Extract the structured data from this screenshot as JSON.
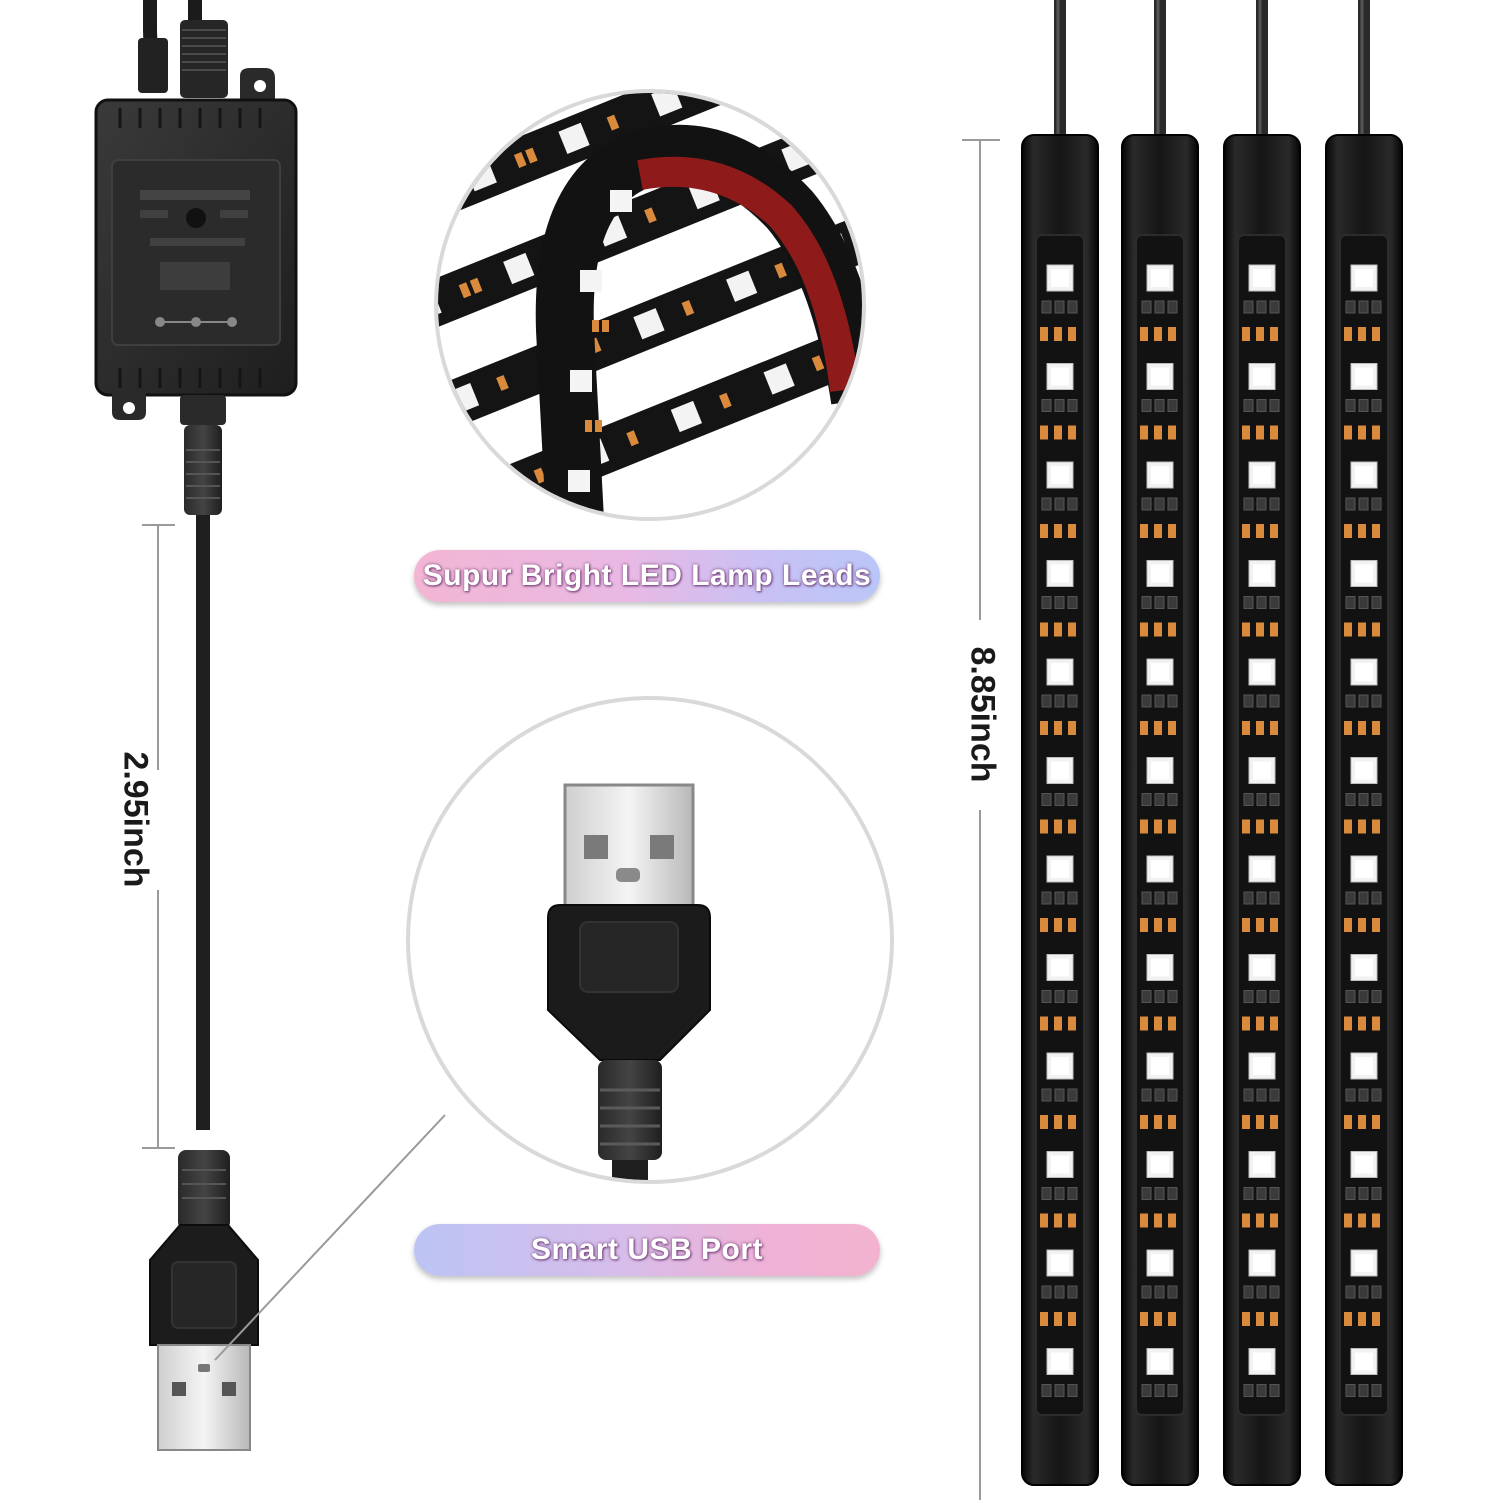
{
  "labels": {
    "led_caption": "Supur Bright LED Lamp Leads",
    "usb_caption": "Smart USB Port",
    "cable_length": "2.95inch",
    "strip_length": "8.85inch"
  },
  "product": {
    "strip_count": 4,
    "leds_per_strip": 12
  },
  "colors": {
    "led_caption_gradient": [
      "#f2b6d3",
      "#b9c6f7"
    ],
    "usb_caption_gradient": [
      "#bcc4f4",
      "#f3b3cf"
    ],
    "strip_body": "#121212",
    "resistor_orange": "#d98a3c"
  }
}
